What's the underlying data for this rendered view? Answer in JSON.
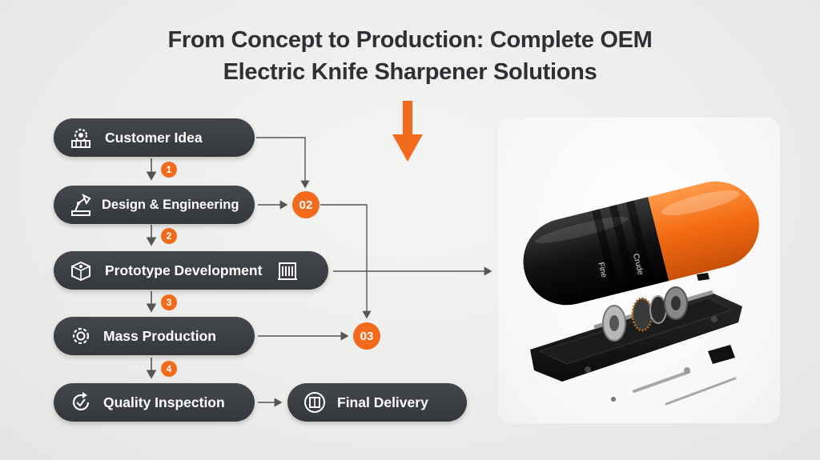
{
  "title": {
    "line1": "From Concept to Production: Complete OEM",
    "line2": "Electric Knife Sharpener Solutions"
  },
  "stages": [
    {
      "label": "Customer Idea",
      "icon": "gear-factory-icon"
    },
    {
      "label": "Design & Engineering",
      "icon": "drafting-lamp-icon"
    },
    {
      "label": "Prototype Development",
      "icon": "3d-printer-icon"
    },
    {
      "label": "Mass Production",
      "icon": "gear-icon"
    },
    {
      "label": "Quality Inspection",
      "icon": "refresh-check-icon"
    },
    {
      "label": "Final Delivery",
      "icon": "delivery-box-icon"
    }
  ],
  "small_steps": [
    "1",
    "2",
    "3",
    "4"
  ],
  "milestones": [
    "02",
    "03"
  ],
  "product": {
    "label_fine": "Fine",
    "label_coarse": "Crude"
  },
  "colors": {
    "accent": "#f26a1b",
    "pill": "#3a3d42",
    "title": "#2d3035"
  }
}
